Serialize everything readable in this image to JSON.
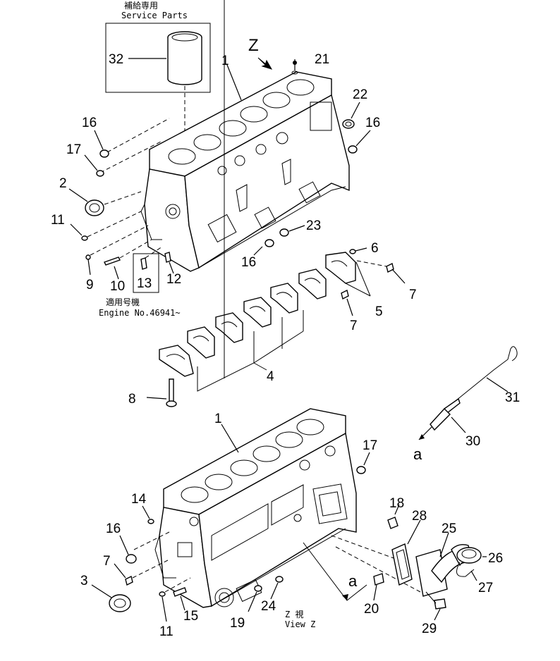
{
  "header": {
    "service_parts_jp": "補給専用",
    "service_parts_en": "Service Parts",
    "applicable_jp": "適用号機",
    "applicable_en": "Engine No.46941~",
    "view_jp": "Z 視",
    "view_en": "View Z"
  },
  "markers": {
    "z": "Z",
    "a_upper": "a",
    "a_lower": "a"
  },
  "callouts": [
    {
      "id": "c32",
      "text": "32"
    },
    {
      "id": "c1a",
      "text": "1"
    },
    {
      "id": "c21",
      "text": "21"
    },
    {
      "id": "c22",
      "text": "22"
    },
    {
      "id": "c16a",
      "text": "16"
    },
    {
      "id": "c16b",
      "text": "16"
    },
    {
      "id": "c17a",
      "text": "17"
    },
    {
      "id": "c2",
      "text": "2"
    },
    {
      "id": "c11a",
      "text": "11"
    },
    {
      "id": "c23",
      "text": "23"
    },
    {
      "id": "c16c",
      "text": "16"
    },
    {
      "id": "c6",
      "text": "6"
    },
    {
      "id": "c9",
      "text": "9"
    },
    {
      "id": "c10",
      "text": "10"
    },
    {
      "id": "c13",
      "text": "13"
    },
    {
      "id": "c12",
      "text": "12"
    },
    {
      "id": "c7a",
      "text": "7"
    },
    {
      "id": "c5",
      "text": "5"
    },
    {
      "id": "c7b",
      "text": "7"
    },
    {
      "id": "c4",
      "text": "4"
    },
    {
      "id": "c8",
      "text": "8"
    },
    {
      "id": "c31",
      "text": "31"
    },
    {
      "id": "c30",
      "text": "30"
    },
    {
      "id": "c1b",
      "text": "1"
    },
    {
      "id": "c17b",
      "text": "17"
    },
    {
      "id": "c14",
      "text": "14"
    },
    {
      "id": "c18",
      "text": "18"
    },
    {
      "id": "c28",
      "text": "28"
    },
    {
      "id": "c25",
      "text": "25"
    },
    {
      "id": "c16d",
      "text": "16"
    },
    {
      "id": "c26",
      "text": "26"
    },
    {
      "id": "c7c",
      "text": "7"
    },
    {
      "id": "c27",
      "text": "27"
    },
    {
      "id": "c3",
      "text": "3"
    },
    {
      "id": "c24",
      "text": "24"
    },
    {
      "id": "c20",
      "text": "20"
    },
    {
      "id": "c15",
      "text": "15"
    },
    {
      "id": "c19",
      "text": "19"
    },
    {
      "id": "c11b",
      "text": "11"
    },
    {
      "id": "c29",
      "text": "29"
    }
  ]
}
